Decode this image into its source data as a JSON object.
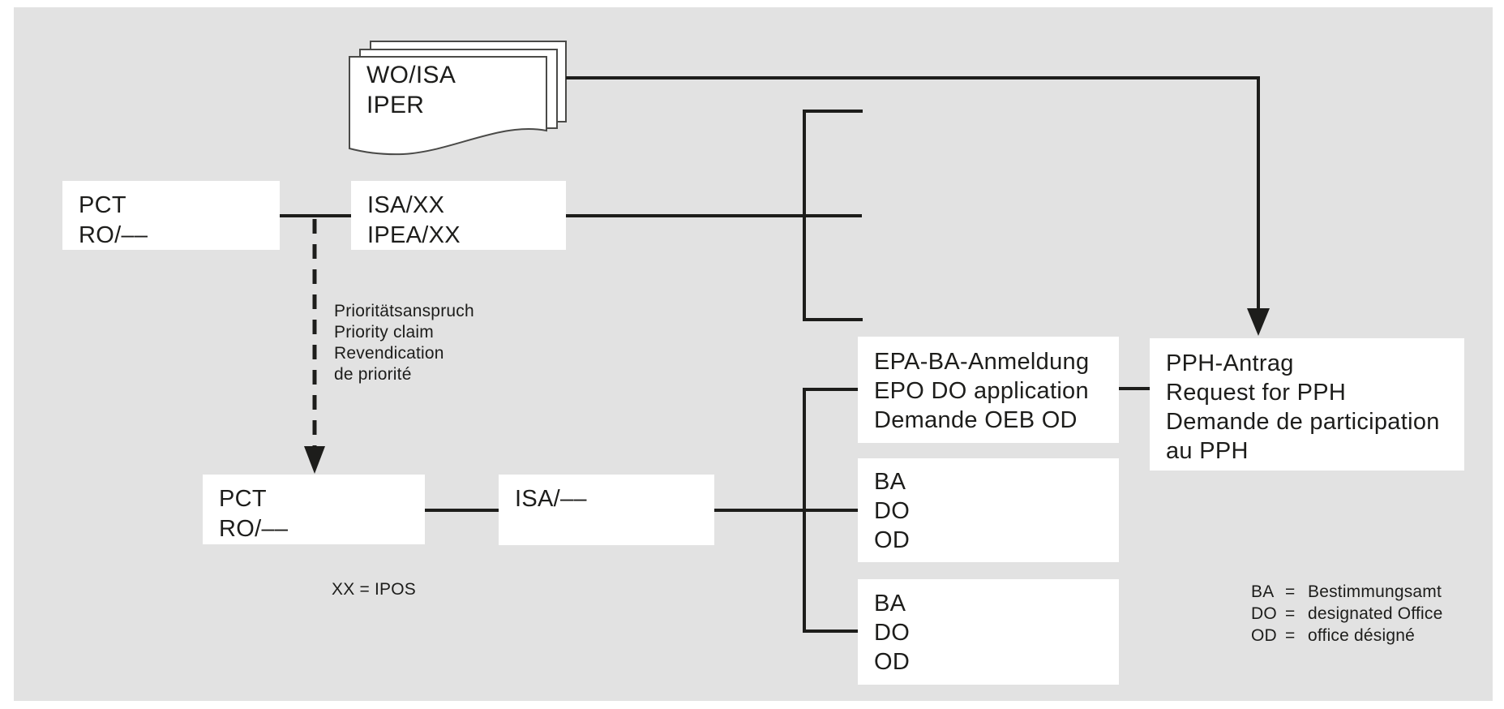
{
  "palette": {
    "background": "#e2e2e2",
    "box_fill": "#ffffff",
    "ink": "#1d1d1b"
  },
  "document": {
    "lines": [
      "WO/ISA",
      "IPER"
    ]
  },
  "boxes": {
    "pct_upper": {
      "lines": [
        "PCT",
        "RO/––"
      ]
    },
    "isa_ipea": {
      "lines": [
        "ISA/XX",
        "IPEA/XX"
      ]
    },
    "pct_lower": {
      "lines": [
        "PCT",
        "RO/––"
      ]
    },
    "isa_lower": {
      "lines": [
        "ISA/––"
      ]
    },
    "epa_ba": {
      "lines": [
        "EPA-BA-Anmeldung",
        "EPO DO application",
        "Demande OEB OD"
      ]
    },
    "pph": {
      "lines": [
        "PPH-Antrag",
        "Request for PPH",
        "Demande de participation",
        "au PPH"
      ]
    },
    "ba_do_od_1": {
      "lines": [
        "BA",
        "DO",
        "OD"
      ]
    },
    "ba_do_od_2": {
      "lines": [
        "BA",
        "DO",
        "OD"
      ]
    }
  },
  "annotations": {
    "priority_claim": {
      "lines": [
        "Prioritätsanspruch",
        "Priority claim",
        "Revendication",
        "de priorité"
      ]
    },
    "xx_note": "XX = IPOS",
    "legend": [
      {
        "abbr": "BA",
        "eq": "=",
        "label": "Bestimmungsamt"
      },
      {
        "abbr": "DO",
        "eq": "=",
        "label": "designated Office"
      },
      {
        "abbr": "OD",
        "eq": "=",
        "label": "office désigné"
      }
    ]
  }
}
